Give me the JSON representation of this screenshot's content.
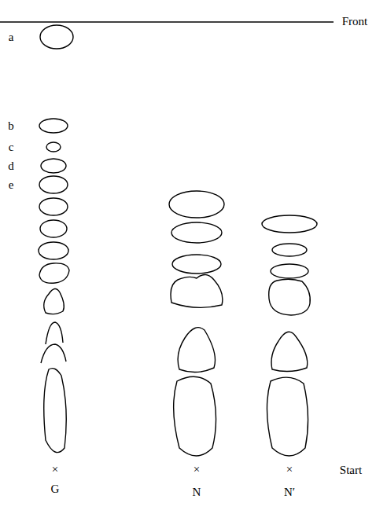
{
  "diagram": {
    "labels": [
      "Front",
      "a",
      "b",
      "c",
      "d",
      "e",
      "×",
      "×",
      "×",
      "Start",
      "G",
      "N",
      "N′"
    ]
  }
}
